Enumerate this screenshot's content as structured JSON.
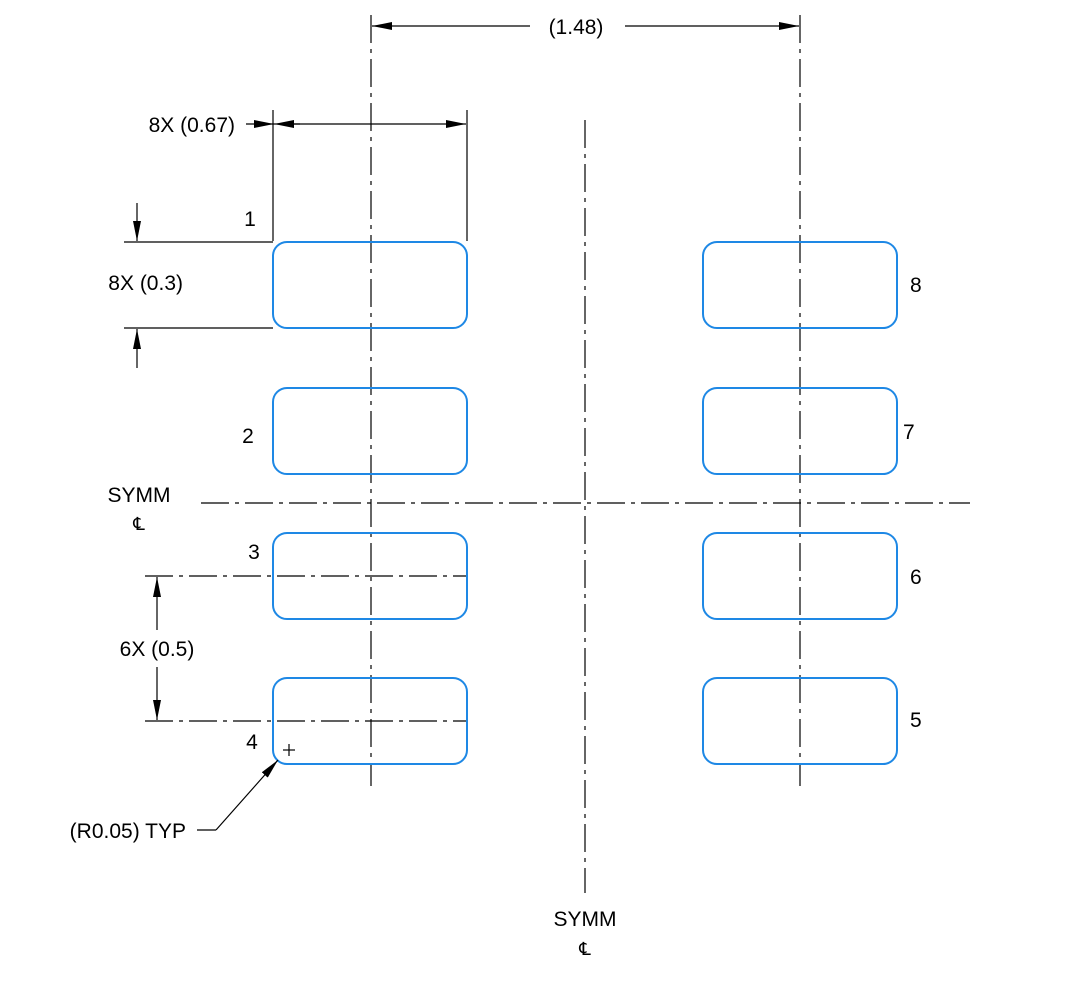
{
  "drawing": {
    "type": "land pattern example",
    "pad_color": "#1E88E5",
    "line_color": "#000000",
    "dimensions": {
      "pad_pitch_horizontal": "(1.48)",
      "pad_width": "8X (0.67)",
      "pad_height": "8X (0.3)",
      "pad_pitch_vertical": "6X (0.5)",
      "corner_radius": "(R0.05) TYP"
    },
    "symmetry": {
      "horizontal": {
        "label": "SYMM",
        "symbol": "℄"
      },
      "vertical": {
        "label": "SYMM",
        "symbol": "℄"
      }
    },
    "pads": [
      {
        "number": "1",
        "side": "left",
        "row": 1
      },
      {
        "number": "2",
        "side": "left",
        "row": 2
      },
      {
        "number": "3",
        "side": "left",
        "row": 3
      },
      {
        "number": "4",
        "side": "left",
        "row": 4
      },
      {
        "number": "5",
        "side": "right",
        "row": 4
      },
      {
        "number": "6",
        "side": "right",
        "row": 3
      },
      {
        "number": "7",
        "side": "right",
        "row": 2
      },
      {
        "number": "8",
        "side": "right",
        "row": 1
      }
    ]
  }
}
